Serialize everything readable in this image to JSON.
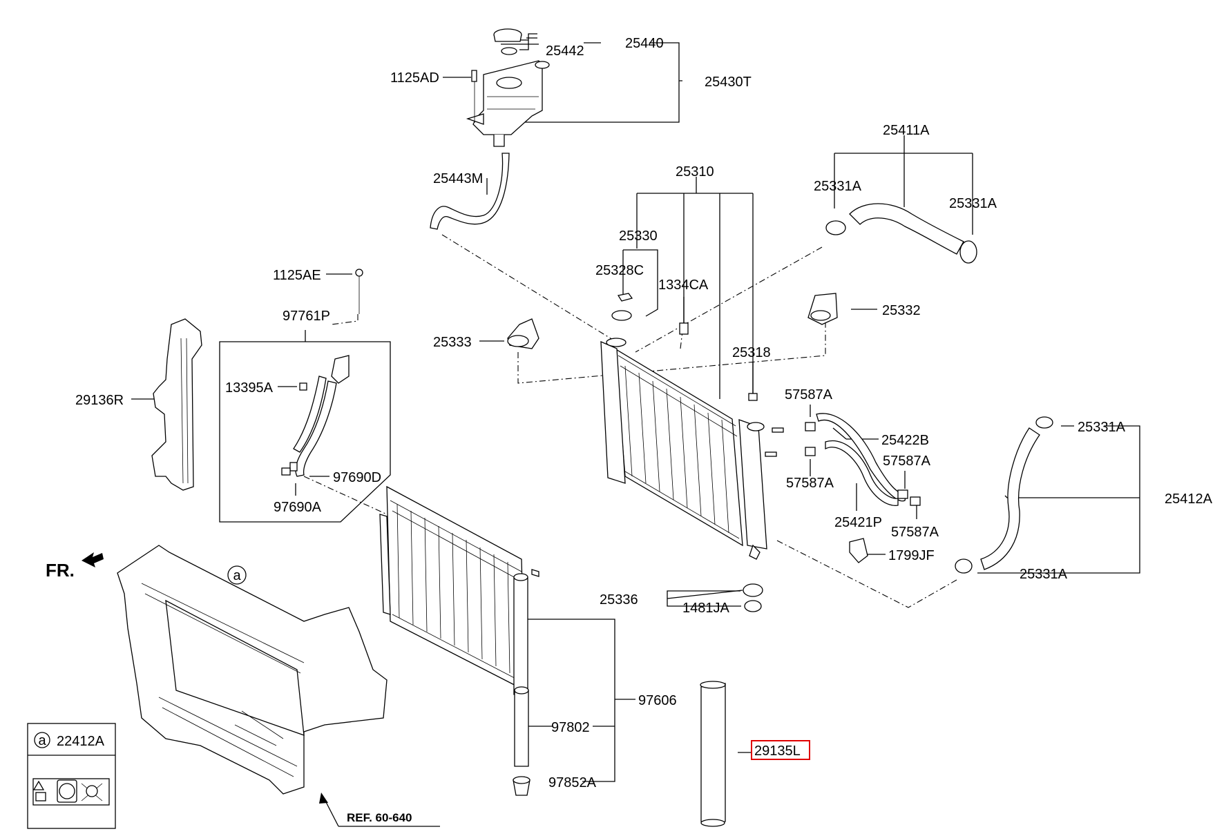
{
  "labels": {
    "p25440": "25440",
    "p25442": "25442",
    "p1125AD": "1125AD",
    "p25430T": "25430T",
    "p25443M": "25443M",
    "p25411A": "25411A",
    "p25310": "25310",
    "p25331A_1": "25331A",
    "p25331A_2": "25331A",
    "p25330": "25330",
    "p25328C": "25328C",
    "p1334CA": "1334CA",
    "p25332": "25332",
    "p25333": "25333",
    "p25318": "25318",
    "p1125AE": "1125AE",
    "p97761P": "97761P",
    "p13395A": "13395A",
    "p97690D": "97690D",
    "p97690A": "97690A",
    "p29136R": "29136R",
    "p57587A_1": "57587A",
    "p25422B": "25422B",
    "p57587A_2": "57587A",
    "p57587A_3": "57587A",
    "p25421P": "25421P",
    "p57587A_4": "57587A",
    "p1799JF": "1799JF",
    "p25331A_3": "25331A",
    "p25412A": "25412A",
    "p25331A_4": "25331A",
    "p25336": "25336",
    "p1481JA": "1481JA",
    "p97606": "97606",
    "p97802": "97802",
    "p97852A": "97852A",
    "p29135L": "29135L",
    "fr": "FR.",
    "ref": "REF. 60-640",
    "callout_a": "a",
    "legend_a": "a",
    "p22412A": "22412A"
  },
  "highlight_color": "#e00000"
}
